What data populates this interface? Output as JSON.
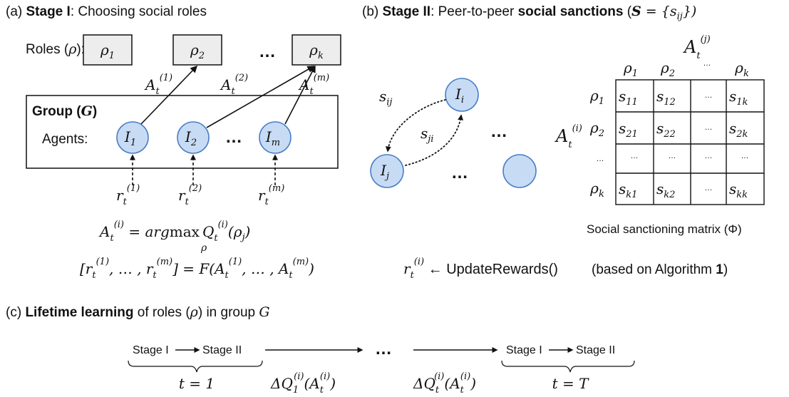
{
  "panel_a": {
    "title_prefix": "(a) ",
    "title_bold": "Stage I",
    "title_rest": ": Choosing social roles",
    "roles_label": "Roles (",
    "roles_symbol": "ρ",
    "roles_close": "):",
    "roles": [
      {
        "base": "ρ",
        "sub": "1"
      },
      {
        "base": "ρ",
        "sub": "2"
      },
      {
        "base": "ρ",
        "sub": "k"
      }
    ],
    "ellipsis": "…",
    "group_bold": "Group (",
    "group_symbol": "G",
    "group_close": ")",
    "agents_label": "Agents:",
    "agents": [
      {
        "base": "I",
        "sub": "1"
      },
      {
        "base": "I",
        "sub": "2"
      },
      {
        "base": "I",
        "sub": "m"
      }
    ],
    "action_labels": [
      {
        "base": "A",
        "sub": "t",
        "sup": "(1)"
      },
      {
        "base": "A",
        "sub": "t",
        "sup": "(2)"
      },
      {
        "base": "A",
        "sub": "t",
        "sup": "(m)"
      }
    ],
    "reward_labels": [
      {
        "base": "r",
        "sub": "t",
        "sup": "(1)"
      },
      {
        "base": "r",
        "sub": "t",
        "sup": "(2)"
      },
      {
        "base": "r",
        "sub": "t",
        "sup": "(m)"
      }
    ],
    "eq1_lhs": "A",
    "eq1_lhs_sub": "t",
    "eq1_lhs_sup": "(i)",
    "eq1_mid": " = arg",
    "eq1_max": "max",
    "eq1_under": "ρ",
    "eq1_q": "Q",
    "eq1_q_sub": "t",
    "eq1_q_sup": "(i)",
    "eq1_arg": "(ρ",
    "eq1_arg_sub": "j",
    "eq1_arg_close": ")",
    "eq2_open": "[r",
    "eq2_sub": "t",
    "eq2_sup1": "(1)",
    "eq2_mid": ", … , r",
    "eq2_supm": "(m)",
    "eq2_close": "] = F(A",
    "eq2_mid2": ", … , A",
    "eq2_end": ")"
  },
  "panel_b": {
    "title_prefix": "(b) ",
    "title_bold1": "Stage II",
    "title_mid": ": Peer-to-peer ",
    "title_bold2": "social sanctions",
    "title_paren_open": " (",
    "title_S": "S",
    "title_eq": " = {s",
    "title_sub": "ij",
    "title_close": "})",
    "node_i": {
      "base": "I",
      "sub": "i"
    },
    "node_j": {
      "base": "I",
      "sub": "j"
    },
    "s_ij": {
      "base": "s",
      "sub": "ij"
    },
    "s_ji": {
      "base": "s",
      "sub": "ji"
    },
    "ellipsis": "…",
    "matrix_top": {
      "base": "A",
      "sub": "t",
      "sup": "(j)"
    },
    "matrix_left": {
      "base": "A",
      "sub": "t",
      "sup": "(i)"
    },
    "col_headers": [
      {
        "base": "ρ",
        "sub": "1"
      },
      {
        "base": "ρ",
        "sub": "2"
      },
      {
        "base": "…",
        "sub": ""
      },
      {
        "base": "ρ",
        "sub": "k"
      }
    ],
    "row_headers": [
      {
        "base": "ρ",
        "sub": "1"
      },
      {
        "base": "ρ",
        "sub": "2"
      },
      {
        "base": "…",
        "sub": ""
      },
      {
        "base": "ρ",
        "sub": "k"
      }
    ],
    "cells": [
      [
        {
          "base": "s",
          "sub": "11"
        },
        {
          "base": "s",
          "sub": "12"
        },
        {
          "base": "…",
          "sub": ""
        },
        {
          "base": "s",
          "sub": "1k"
        }
      ],
      [
        {
          "base": "s",
          "sub": "21"
        },
        {
          "base": "s",
          "sub": "22"
        },
        {
          "base": "…",
          "sub": ""
        },
        {
          "base": "s",
          "sub": "2k"
        }
      ],
      [
        {
          "base": "…",
          "sub": ""
        },
        {
          "base": "…",
          "sub": ""
        },
        {
          "base": "…",
          "sub": ""
        },
        {
          "base": "…",
          "sub": ""
        }
      ],
      [
        {
          "base": "s",
          "sub": "k1"
        },
        {
          "base": "s",
          "sub": "k2"
        },
        {
          "base": "…",
          "sub": ""
        },
        {
          "base": "s",
          "sub": "kk"
        }
      ]
    ],
    "matrix_caption": "Social sanctioning matrix (Φ)",
    "update_r": "r",
    "update_sub": "t",
    "update_sup": "(i)",
    "update_text": " ← UpdateRewards()",
    "based_on": "(based on Algorithm ",
    "based_on_bold": "1",
    "based_on_close": ")"
  },
  "panel_c": {
    "title_prefix": "(c) ",
    "title_bold": "Lifetime learning",
    "title_mid": " of roles (",
    "title_rho": "ρ",
    "title_rest": ") in group ",
    "title_G": "G",
    "stage1": "Stage I",
    "stage2": "Stage II",
    "ellipsis": "…",
    "t_first": "t = 1",
    "t_last": "t = T",
    "dq1": {
      "delta": "ΔQ",
      "sub": "1",
      "sup": "(i)",
      "arg": "(A",
      "arg_sub": "t",
      "arg_sup": "(i)",
      "close": ")"
    },
    "dqt": {
      "delta": "ΔQ",
      "sub": "t",
      "sup": "(i)",
      "arg": "(A",
      "arg_sub": "t",
      "arg_sup": "(i)",
      "close": ")"
    }
  }
}
